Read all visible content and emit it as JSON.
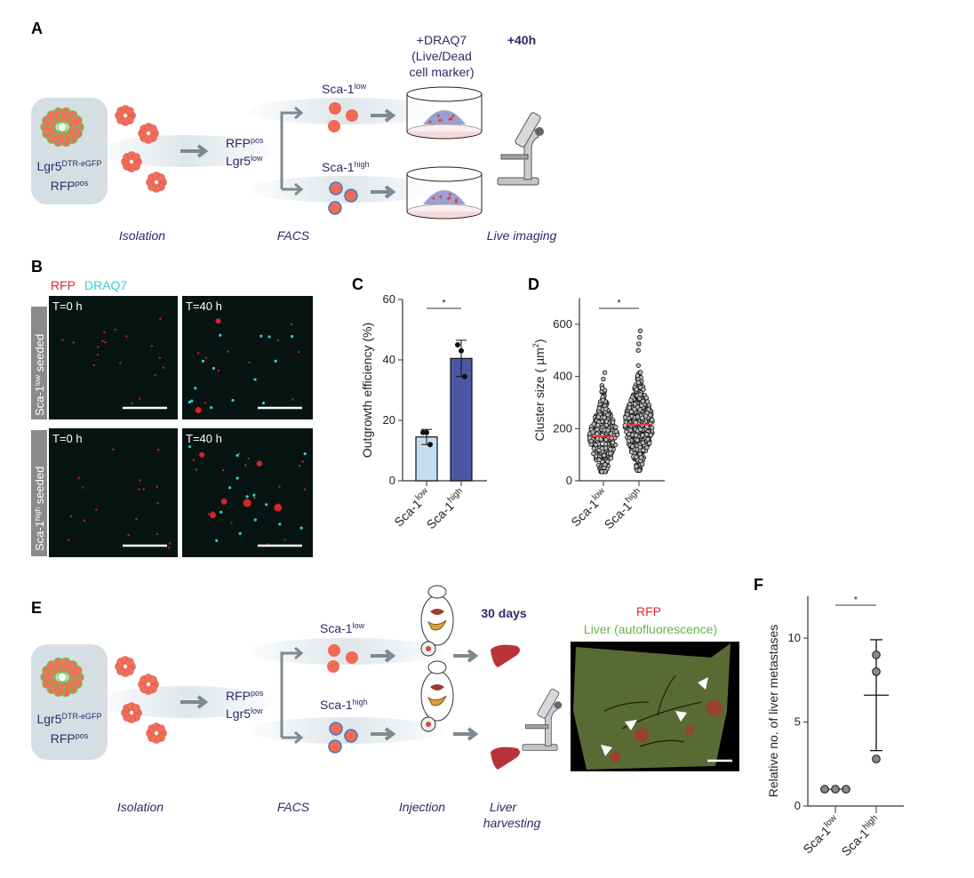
{
  "panels": {
    "A": {
      "label": "A",
      "organoid_line1": "Lgr5",
      "organoid_sup1": "DTR-eGFP",
      "organoid_line2": "RFP",
      "organoid_sup2": "pos",
      "sorted_line1": "RFP",
      "sorted_sup1": "pos",
      "sorted_line2": "Lgr5",
      "sorted_sup2": "low",
      "sca_low": "Sca-1",
      "sca_low_sup": "low",
      "sca_high": "Sca-1",
      "sca_high_sup": "high",
      "draq7_lines": [
        "+DRAQ7",
        "(Live/Dead",
        "cell marker)"
      ],
      "time": "+40h",
      "steps": [
        "Isolation",
        "FACS",
        "Live imaging"
      ]
    },
    "B": {
      "label": "B",
      "legend_rfp": "RFP",
      "legend_draq7": "DRAQ7",
      "row_labels": [
        {
          "pre": "Sca-1",
          "sup": "low",
          "post": " seeded"
        },
        {
          "pre": "Sca-1",
          "sup": "high",
          "post": " seeded"
        }
      ],
      "timepoints": [
        "T=0 h",
        "T=40 h",
        "T=0 h",
        "T=40 h"
      ]
    },
    "C": {
      "label": "C"
    },
    "D": {
      "label": "D"
    },
    "E": {
      "label": "E",
      "organoid_line1": "Lgr5",
      "organoid_sup1": "DTR-eGFP",
      "organoid_line2": "RFP",
      "organoid_sup2": "pos",
      "sorted_line1": "RFP",
      "sorted_sup1": "pos",
      "sorted_line2": "Lgr5",
      "sorted_sup2": "low",
      "sca_low": "Sca-1",
      "sca_low_sup": "low",
      "sca_high": "Sca-1",
      "sca_high_sup": "high",
      "time": "30 days",
      "legend_rfp": "RFP",
      "legend_liver": "Liver (autofluorescence)",
      "steps": [
        "Isolation",
        "FACS",
        "Injection",
        "Liver",
        "harvesting"
      ]
    },
    "F": {
      "label": "F"
    }
  },
  "colors": {
    "navy": "#2b2a6a",
    "bar_low": "#c6dcf0",
    "bar_high": "#4a58a4",
    "median": "#e03a3a",
    "rfp": "#e8262a",
    "draq7": "#3ec7d6",
    "liver_green": "#5fb64a"
  },
  "chart_data": [
    {
      "id": "C",
      "type": "bar",
      "title": "",
      "ylabel": "Outgrowth efficiency (%)",
      "ylim": [
        0,
        60
      ],
      "yticks": [
        "0",
        "20",
        "40",
        "60"
      ],
      "categories": [
        {
          "pre": "Sca-1",
          "sup": "low"
        },
        {
          "pre": "Sca-1",
          "sup": "high"
        }
      ],
      "values": [
        14.5,
        40.5
      ],
      "sd": [
        2.5,
        6
      ],
      "points": [
        [
          16,
          16,
          12
        ],
        [
          45,
          43,
          34.5
        ]
      ],
      "significance": "*"
    },
    {
      "id": "D",
      "type": "scatter",
      "ylabel": "Cluster size  ( µm",
      "ylabel_sup": "2",
      "ylabel_end": ")",
      "ylim": [
        0,
        700
      ],
      "yticks": [
        "0",
        "200",
        "400",
        "600"
      ],
      "categories": [
        {
          "pre": "Sca-1",
          "sup": "low"
        },
        {
          "pre": "Sca-1",
          "sup": "high"
        }
      ],
      "medians": [
        170,
        215
      ],
      "ranges": [
        [
          35,
          415
        ],
        [
          40,
          575
        ]
      ],
      "n_approx": [
        300,
        450
      ],
      "significance": "*"
    },
    {
      "id": "F",
      "type": "scatter",
      "ylabel": "Relative no. of liver metastases",
      "ylim": [
        0,
        12.5
      ],
      "yticks": [
        "0",
        "5",
        "10"
      ],
      "categories": [
        {
          "pre": "Sca-1",
          "sup": "low"
        },
        {
          "pre": "Sca-1",
          "sup": "high"
        }
      ],
      "points": [
        [
          1,
          1,
          1
        ],
        [
          9,
          8,
          2.8
        ]
      ],
      "means": [
        1,
        6.6
      ],
      "sd": [
        0,
        3.3
      ],
      "significance": "*"
    }
  ]
}
